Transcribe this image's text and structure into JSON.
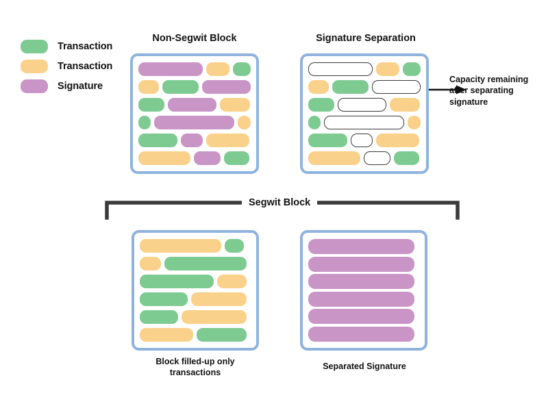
{
  "legend": {
    "items": [
      {
        "label": "Transaction",
        "color": "#7ecb92",
        "kind": "tx-green"
      },
      {
        "label": "Transaction",
        "color": "#fad18a",
        "kind": "tx-orange"
      },
      {
        "label": "Signature",
        "color": "#c994c6",
        "kind": "sig"
      }
    ]
  },
  "blocks": {
    "non_segwit": {
      "title": "Non-Segwit Block",
      "caption": "",
      "rows": [
        [
          {
            "kind": "sig",
            "w": 98
          },
          {
            "kind": "tx-orange",
            "w": 36
          },
          {
            "kind": "tx-green",
            "w": 27
          }
        ],
        [
          {
            "kind": "tx-orange",
            "w": 31
          },
          {
            "kind": "tx-green",
            "w": 54
          },
          {
            "kind": "sig",
            "w": 72
          }
        ],
        [
          {
            "kind": "tx-green",
            "w": 38
          },
          {
            "kind": "sig",
            "w": 71
          },
          {
            "kind": "tx-orange",
            "w": 44
          }
        ],
        [
          {
            "kind": "tx-green",
            "w": 18
          },
          {
            "kind": "sig",
            "w": 118
          },
          {
            "kind": "tx-orange",
            "w": 19
          }
        ],
        [
          {
            "kind": "tx-green",
            "w": 57
          },
          {
            "kind": "sig",
            "w": 32
          },
          {
            "kind": "tx-orange",
            "w": 63
          }
        ],
        [
          {
            "kind": "tx-orange",
            "w": 76
          },
          {
            "kind": "sig",
            "w": 39
          },
          {
            "kind": "tx-green",
            "w": 37
          }
        ]
      ]
    },
    "signature_separation": {
      "title": "Signature Separation",
      "caption": "",
      "rows": [
        [
          {
            "kind": "empty",
            "w": 98
          },
          {
            "kind": "tx-orange",
            "w": 36
          },
          {
            "kind": "tx-green",
            "w": 27
          }
        ],
        [
          {
            "kind": "tx-orange",
            "w": 31
          },
          {
            "kind": "tx-green",
            "w": 54
          },
          {
            "kind": "empty",
            "w": 72
          }
        ],
        [
          {
            "kind": "tx-green",
            "w": 38
          },
          {
            "kind": "empty",
            "w": 71
          },
          {
            "kind": "tx-orange",
            "w": 44
          }
        ],
        [
          {
            "kind": "tx-green",
            "w": 18
          },
          {
            "kind": "empty",
            "w": 118
          },
          {
            "kind": "tx-orange",
            "w": 19
          }
        ],
        [
          {
            "kind": "tx-green",
            "w": 57
          },
          {
            "kind": "empty",
            "w": 32
          },
          {
            "kind": "tx-orange",
            "w": 63
          }
        ],
        [
          {
            "kind": "tx-orange",
            "w": 76
          },
          {
            "kind": "empty",
            "w": 39
          },
          {
            "kind": "tx-green",
            "w": 37
          }
        ]
      ]
    },
    "segwit_transactions": {
      "title": "",
      "caption": "Block filled-up only\ntransactions",
      "rows": [
        [
          {
            "kind": "tx-orange",
            "w": 119
          },
          {
            "kind": "tx-green",
            "w": 28
          }
        ],
        [
          {
            "kind": "tx-orange",
            "w": 31
          },
          {
            "kind": "tx-green",
            "w": 120
          }
        ],
        [
          {
            "kind": "tx-green",
            "w": 108
          },
          {
            "kind": "tx-orange",
            "w": 43
          }
        ],
        [
          {
            "kind": "tx-green",
            "w": 70
          },
          {
            "kind": "tx-orange",
            "w": 81
          }
        ],
        [
          {
            "kind": "tx-green",
            "w": 56
          },
          {
            "kind": "tx-orange",
            "w": 95
          }
        ],
        [
          {
            "kind": "tx-orange",
            "w": 78
          },
          {
            "kind": "tx-green",
            "w": 73
          }
        ]
      ]
    },
    "separated_signature": {
      "title": "",
      "caption": "Separated Signature",
      "rows": [
        [
          {
            "kind": "sig",
            "w": 155
          }
        ],
        [
          {
            "kind": "sig",
            "w": 155
          }
        ],
        [
          {
            "kind": "sig",
            "w": 155
          }
        ],
        [
          {
            "kind": "sig",
            "w": 155
          }
        ],
        [
          {
            "kind": "sig",
            "w": 155
          }
        ],
        [
          {
            "kind": "sig",
            "w": 155
          }
        ]
      ]
    }
  },
  "callout": {
    "text": "Capacity remaining\nafter separating\nsignature"
  },
  "bracket": {
    "label": "Segwit Block"
  },
  "colors": {
    "transaction_green": "#7ecb92",
    "transaction_orange": "#fad18a",
    "signature_purple": "#c994c6",
    "block_border": "#8fb3de",
    "outline_dark": "#3a3a3a",
    "text": "#111111"
  }
}
